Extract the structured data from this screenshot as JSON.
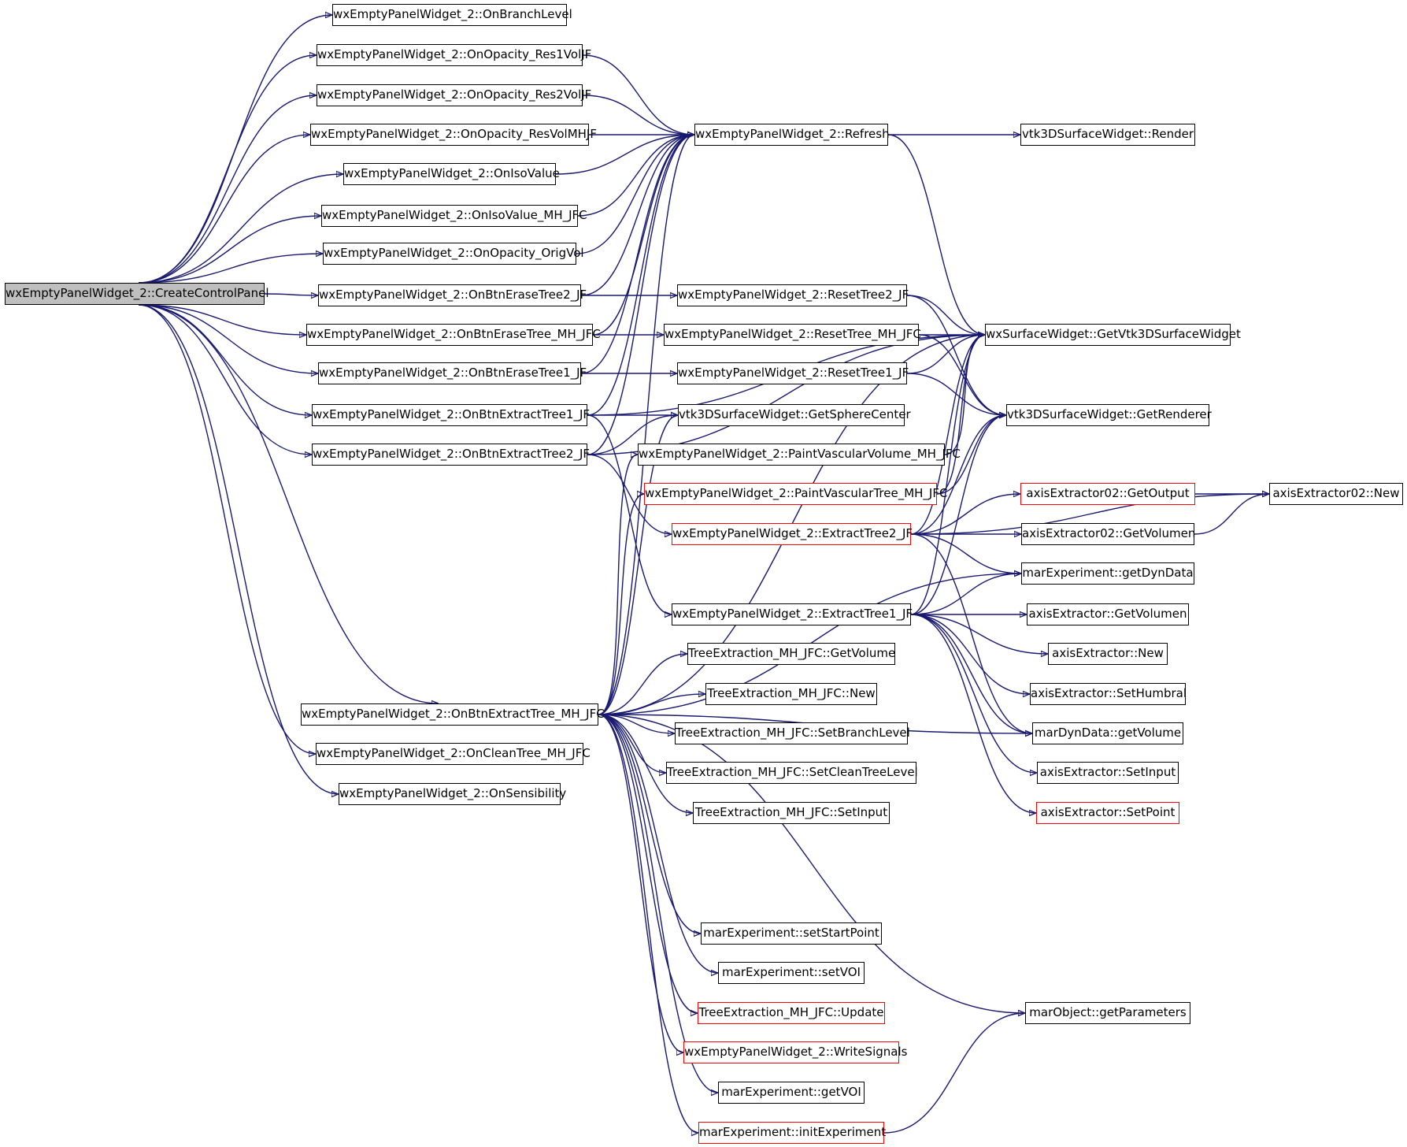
{
  "nodes": [
    {
      "id": "createControlPanel",
      "label": "wxEmptyPanelWidget_2::CreateControlPanel",
      "style": "root"
    },
    {
      "id": "onBranchLevel",
      "label": "wxEmptyPanelWidget_2::OnBranchLevel",
      "style": "normal"
    },
    {
      "id": "onOpacityRes1",
      "label": "wxEmptyPanelWidget_2::OnOpacity_Res1VolJF",
      "style": "normal"
    },
    {
      "id": "onOpacityRes2",
      "label": "wxEmptyPanelWidget_2::OnOpacity_Res2VolJF",
      "style": "normal"
    },
    {
      "id": "onOpacityResMH",
      "label": "wxEmptyPanelWidget_2::OnOpacity_ResVolMHJF",
      "style": "normal"
    },
    {
      "id": "onIsoValue",
      "label": "wxEmptyPanelWidget_2::OnIsoValue",
      "style": "normal"
    },
    {
      "id": "onIsoValueMH",
      "label": "wxEmptyPanelWidget_2::OnIsoValue_MH_JFC",
      "style": "normal"
    },
    {
      "id": "onOpacityOrig",
      "label": "wxEmptyPanelWidget_2::OnOpacity_OrigVol",
      "style": "normal"
    },
    {
      "id": "onBtnErase2",
      "label": "wxEmptyPanelWidget_2::OnBtnEraseTree2_JF",
      "style": "normal"
    },
    {
      "id": "onBtnEraseMH",
      "label": "wxEmptyPanelWidget_2::OnBtnEraseTree_MH_JFC",
      "style": "normal"
    },
    {
      "id": "onBtnErase1",
      "label": "wxEmptyPanelWidget_2::OnBtnEraseTree1_JF",
      "style": "normal"
    },
    {
      "id": "onBtnExtract1",
      "label": "wxEmptyPanelWidget_2::OnBtnExtractTree1_JF",
      "style": "normal"
    },
    {
      "id": "onBtnExtract2",
      "label": "wxEmptyPanelWidget_2::OnBtnExtractTree2_JF",
      "style": "normal"
    },
    {
      "id": "onBtnExtractMH",
      "label": "wxEmptyPanelWidget_2::OnBtnExtractTree_MH_JFC",
      "style": "normal"
    },
    {
      "id": "onCleanTree",
      "label": "wxEmptyPanelWidget_2::OnCleanTree_MH_JFC",
      "style": "normal"
    },
    {
      "id": "onSensibility",
      "label": "wxEmptyPanelWidget_2::OnSensibility",
      "style": "normal"
    },
    {
      "id": "refresh",
      "label": "wxEmptyPanelWidget_2::Refresh",
      "style": "normal"
    },
    {
      "id": "resetTree2",
      "label": "wxEmptyPanelWidget_2::ResetTree2_JF",
      "style": "normal"
    },
    {
      "id": "resetTreeMH",
      "label": "wxEmptyPanelWidget_2::ResetTree_MH_JFC",
      "style": "normal"
    },
    {
      "id": "resetTree1",
      "label": "wxEmptyPanelWidget_2::ResetTree1_JF",
      "style": "normal"
    },
    {
      "id": "getSphereCenter",
      "label": "vtk3DSurfaceWidget::GetSphereCenter",
      "style": "normal"
    },
    {
      "id": "paintVolume",
      "label": "wxEmptyPanelWidget_2::PaintVascularVolume_MH_JFC",
      "style": "normal"
    },
    {
      "id": "paintTree",
      "label": "wxEmptyPanelWidget_2::PaintVascularTree_MH_JFC",
      "style": "red"
    },
    {
      "id": "extractTree2",
      "label": "wxEmptyPanelWidget_2::ExtractTree2_JF",
      "style": "red"
    },
    {
      "id": "extractTree1",
      "label": "wxEmptyPanelWidget_2::ExtractTree1_JF",
      "style": "normal"
    },
    {
      "id": "teGetVolume",
      "label": "TreeExtraction_MH_JFC::GetVolume",
      "style": "normal"
    },
    {
      "id": "teNew",
      "label": "TreeExtraction_MH_JFC::New",
      "style": "normal"
    },
    {
      "id": "teSetBranchLevel",
      "label": "TreeExtraction_MH_JFC::SetBranchLevel",
      "style": "normal"
    },
    {
      "id": "teSetCleanTreeLevel",
      "label": "TreeExtraction_MH_JFC::SetCleanTreeLevel",
      "style": "normal"
    },
    {
      "id": "teSetInput",
      "label": "TreeExtraction_MH_JFC::SetInput",
      "style": "normal"
    },
    {
      "id": "setStartPoint",
      "label": "marExperiment::setStartPoint",
      "style": "normal"
    },
    {
      "id": "setVOI",
      "label": "marExperiment::setVOI",
      "style": "normal"
    },
    {
      "id": "teUpdate",
      "label": "TreeExtraction_MH_JFC::Update",
      "style": "red"
    },
    {
      "id": "writeSignals",
      "label": "wxEmptyPanelWidget_2::WriteSignals",
      "style": "red"
    },
    {
      "id": "getVOI",
      "label": "marExperiment::getVOI",
      "style": "normal"
    },
    {
      "id": "initExperiment",
      "label": "marExperiment::initExperiment",
      "style": "red"
    },
    {
      "id": "render",
      "label": "vtk3DSurfaceWidget::Render",
      "style": "normal"
    },
    {
      "id": "getVtk3D",
      "label": "wxSurfaceWidget::GetVtk3DSurfaceWidget",
      "style": "normal"
    },
    {
      "id": "getRenderer",
      "label": "vtk3DSurfaceWidget::GetRenderer",
      "style": "normal"
    },
    {
      "id": "ax02GetOutput",
      "label": "axisExtractor02::GetOutput",
      "style": "red"
    },
    {
      "id": "ax02GetVolumen",
      "label": "axisExtractor02::GetVolumen",
      "style": "normal"
    },
    {
      "id": "getDynData",
      "label": "marExperiment::getDynData",
      "style": "normal"
    },
    {
      "id": "axGetVolumen",
      "label": "axisExtractor::GetVolumen",
      "style": "normal"
    },
    {
      "id": "axNew",
      "label": "axisExtractor::New",
      "style": "normal"
    },
    {
      "id": "axSetHumbral",
      "label": "axisExtractor::SetHumbral",
      "style": "normal"
    },
    {
      "id": "dynGetVolume",
      "label": "marDynData::getVolume",
      "style": "normal"
    },
    {
      "id": "axSetInput",
      "label": "axisExtractor::SetInput",
      "style": "normal"
    },
    {
      "id": "axSetPoint",
      "label": "axisExtractor::SetPoint",
      "style": "red"
    },
    {
      "id": "getParameters",
      "label": "marObject::getParameters",
      "style": "normal"
    },
    {
      "id": "ax02New",
      "label": "axisExtractor02::New",
      "style": "normal"
    }
  ],
  "edges": [
    [
      "createControlPanel",
      "onBranchLevel"
    ],
    [
      "createControlPanel",
      "onOpacityRes1"
    ],
    [
      "createControlPanel",
      "onOpacityRes2"
    ],
    [
      "createControlPanel",
      "onOpacityResMH"
    ],
    [
      "createControlPanel",
      "onIsoValue"
    ],
    [
      "createControlPanel",
      "onIsoValueMH"
    ],
    [
      "createControlPanel",
      "onOpacityOrig"
    ],
    [
      "createControlPanel",
      "onBtnErase2"
    ],
    [
      "createControlPanel",
      "onBtnEraseMH"
    ],
    [
      "createControlPanel",
      "onBtnErase1"
    ],
    [
      "createControlPanel",
      "onBtnExtract1"
    ],
    [
      "createControlPanel",
      "onBtnExtract2"
    ],
    [
      "createControlPanel",
      "onBtnExtractMH"
    ],
    [
      "createControlPanel",
      "onCleanTree"
    ],
    [
      "createControlPanel",
      "onSensibility"
    ],
    [
      "onOpacityRes1",
      "refresh"
    ],
    [
      "onOpacityRes2",
      "refresh"
    ],
    [
      "onOpacityResMH",
      "refresh"
    ],
    [
      "onIsoValue",
      "refresh"
    ],
    [
      "onIsoValueMH",
      "refresh"
    ],
    [
      "onOpacityOrig",
      "refresh"
    ],
    [
      "onBtnErase2",
      "refresh"
    ],
    [
      "onBtnEraseMH",
      "refresh"
    ],
    [
      "onBtnErase1",
      "refresh"
    ],
    [
      "onBtnExtract1",
      "refresh"
    ],
    [
      "onBtnExtract2",
      "refresh"
    ],
    [
      "onBtnExtractMH",
      "refresh"
    ],
    [
      "onBtnErase2",
      "resetTree2"
    ],
    [
      "onBtnEraseMH",
      "resetTreeMH"
    ],
    [
      "onBtnErase1",
      "resetTree1"
    ],
    [
      "onBtnExtract1",
      "getSphereCenter"
    ],
    [
      "onBtnExtract2",
      "getSphereCenter"
    ],
    [
      "onBtnExtractMH",
      "getSphereCenter"
    ],
    [
      "onBtnExtract1",
      "getVtk3D"
    ],
    [
      "onBtnExtract2",
      "getVtk3D"
    ],
    [
      "onBtnExtractMH",
      "getVtk3D"
    ],
    [
      "onBtnExtract1",
      "extractTree1"
    ],
    [
      "onBtnExtract2",
      "extractTree2"
    ],
    [
      "onBtnExtractMH",
      "paintVolume"
    ],
    [
      "onBtnExtractMH",
      "paintTree"
    ],
    [
      "onBtnExtractMH",
      "getDynData"
    ],
    [
      "onBtnExtractMH",
      "teGetVolume"
    ],
    [
      "onBtnExtractMH",
      "teNew"
    ],
    [
      "onBtnExtractMH",
      "teSetBranchLevel"
    ],
    [
      "onBtnExtractMH",
      "teSetCleanTreeLevel"
    ],
    [
      "onBtnExtractMH",
      "teSetInput"
    ],
    [
      "onBtnExtractMH",
      "dynGetVolume"
    ],
    [
      "onBtnExtractMH",
      "getParameters"
    ],
    [
      "onBtnExtractMH",
      "setStartPoint"
    ],
    [
      "onBtnExtractMH",
      "setVOI"
    ],
    [
      "onBtnExtractMH",
      "teUpdate"
    ],
    [
      "onBtnExtractMH",
      "writeSignals"
    ],
    [
      "onBtnExtractMH",
      "getVOI"
    ],
    [
      "onBtnExtractMH",
      "initExperiment"
    ],
    [
      "refresh",
      "render"
    ],
    [
      "refresh",
      "getVtk3D"
    ],
    [
      "resetTree2",
      "getVtk3D"
    ],
    [
      "resetTree2",
      "getRenderer"
    ],
    [
      "resetTreeMH",
      "getVtk3D"
    ],
    [
      "resetTreeMH",
      "getRenderer"
    ],
    [
      "resetTree1",
      "getVtk3D"
    ],
    [
      "resetTree1",
      "getRenderer"
    ],
    [
      "paintVolume",
      "getVtk3D"
    ],
    [
      "paintTree",
      "getVtk3D"
    ],
    [
      "paintTree",
      "getRenderer"
    ],
    [
      "extractTree2",
      "getVtk3D"
    ],
    [
      "extractTree2",
      "getRenderer"
    ],
    [
      "extractTree2",
      "ax02GetOutput"
    ],
    [
      "extractTree2",
      "ax02GetVolumen"
    ],
    [
      "extractTree2",
      "getDynData"
    ],
    [
      "extractTree2",
      "ax02New"
    ],
    [
      "extractTree2",
      "dynGetVolume"
    ],
    [
      "extractTree1",
      "getVtk3D"
    ],
    [
      "extractTree1",
      "getRenderer"
    ],
    [
      "extractTree1",
      "getDynData"
    ],
    [
      "extractTree1",
      "axGetVolumen"
    ],
    [
      "extractTree1",
      "axNew"
    ],
    [
      "extractTree1",
      "axSetHumbral"
    ],
    [
      "extractTree1",
      "dynGetVolume"
    ],
    [
      "extractTree1",
      "axSetInput"
    ],
    [
      "extractTree1",
      "axSetPoint"
    ],
    [
      "ax02GetOutput",
      "ax02New"
    ],
    [
      "ax02GetVolumen",
      "ax02New"
    ],
    [
      "initExperiment",
      "getParameters"
    ]
  ]
}
